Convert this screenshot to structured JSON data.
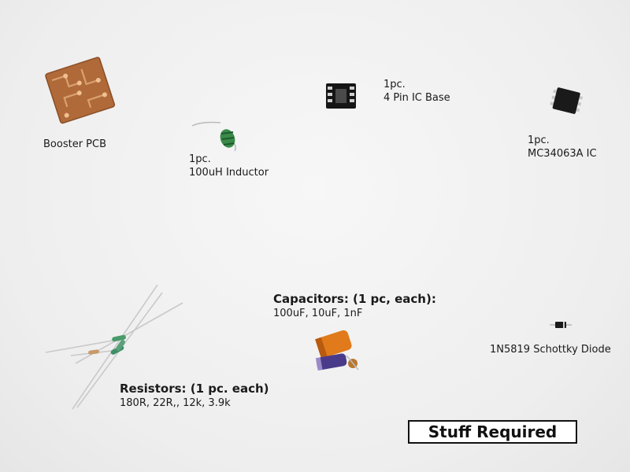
{
  "labels": {
    "pcb": "Booster PCB",
    "inductor": {
      "qty": "1pc.",
      "name": "100uH Inductor"
    },
    "ic_base": {
      "qty": "1pc.",
      "name": "4 Pin IC Base"
    },
    "ic": {
      "qty": "1pc.",
      "name": "MC34063A IC"
    },
    "capacitors": {
      "title": "Capacitors: (1 pc, each):",
      "values": "100uF, 10uF, 1nF"
    },
    "resistors": {
      "title": "Resistors: (1 pc. each)",
      "values": "180R, 22R,, 12k, 3.9k"
    },
    "diode": "1N5819 Schottky Diode"
  },
  "banner": "Stuff Required",
  "colors": {
    "pcb": "#b06a3a",
    "inductor": "#3a8a4a",
    "capacitor_large": "#e07a1a",
    "capacitor_small": "#4a3a8a",
    "ic": "#1a1a1a"
  }
}
